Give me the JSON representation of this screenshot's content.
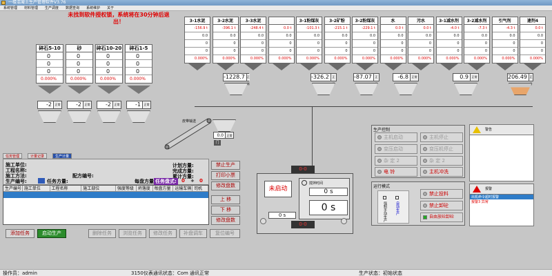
{
  "title": "一楼混凝土生产管理软件V3.76",
  "menu": [
    "系统管理",
    "材料管理",
    "生产调度",
    "数据查询",
    "系统维护",
    "关于"
  ],
  "warning": "未找到软件授权锁，系统将在30分钟后退出！",
  "aggregates": [
    {
      "name": "碎石5-10",
      "v1": "0",
      "v2": "0",
      "v3": "0",
      "pct": "0.000%",
      "scale": "-2",
      "st": "正常"
    },
    {
      "name": "砂",
      "v1": "0",
      "v2": "0",
      "v3": "0",
      "pct": "0.000%",
      "scale": "-2",
      "st": "正常"
    },
    {
      "name": "碎石10-20",
      "v1": "0",
      "v2": "0",
      "v3": "0",
      "pct": "0.000%",
      "scale": "-2",
      "st": "正常"
    },
    {
      "name": "碎石1-5",
      "v1": "0",
      "v2": "0",
      "v3": "0",
      "pct": "0.000%",
      "scale": "-1",
      "st": "正常"
    }
  ],
  "silos": [
    {
      "name": "3-1水泥",
      "v": "-156.9 t",
      "a": "0.0",
      "b": "0",
      "c": "0",
      "pct": "0.000%"
    },
    {
      "name": "3-2水泥",
      "v": "-396.1 t",
      "a": "0.0",
      "b": "0",
      "c": "0",
      "pct": "0.000%"
    },
    {
      "name": "3-3水泥",
      "v": "-248.4 t",
      "a": "0.0",
      "b": "0",
      "c": "0",
      "pct": "0.000%"
    },
    {
      "name": "",
      "v": "0.0 t",
      "a": "0.0",
      "b": "0",
      "c": "0",
      "pct": "0.000%"
    },
    {
      "name": "3-1粉煤灰",
      "v": "-101.3 t",
      "a": "0.0",
      "b": "0",
      "c": "0",
      "pct": "0.000%"
    },
    {
      "name": "3-2矿粉",
      "v": "-215.1 t",
      "a": "0.0",
      "b": "0",
      "c": "0",
      "pct": "0.000%"
    },
    {
      "name": "3-2粉煤灰",
      "v": "-229.1 t",
      "a": "0.0",
      "b": "0",
      "c": "0",
      "pct": "0.000%"
    },
    {
      "name": "水",
      "v": "0.0 t",
      "a": "0.0",
      "b": "0",
      "c": "0",
      "pct": "0.000%"
    },
    {
      "name": "污水",
      "v": "0.0 t",
      "a": "0.0",
      "b": "0",
      "c": "0",
      "pct": "0.000%"
    },
    {
      "name": "3-1减水剂",
      "v": "-4.0 t",
      "a": "0.0",
      "b": "0",
      "c": "0",
      "pct": "0.000%"
    },
    {
      "name": "3-2减水剂",
      "v": "-7.3 t",
      "a": "0.0",
      "b": "0",
      "c": "0",
      "pct": "0.000%"
    },
    {
      "name": "引气剂",
      "v": "-4.3 t",
      "a": "0.0",
      "b": "0",
      "c": "0",
      "pct": "0.000%"
    },
    {
      "name": "速剂4",
      "v": "0.0 t",
      "a": "0.0",
      "b": "0",
      "c": "0",
      "pct": "0.000%"
    }
  ],
  "powder_scales": [
    {
      "val": "-1228.7",
      "st": "正常"
    },
    {
      "val": "-326.2",
      "st": "正常"
    },
    {
      "val": "-87.07",
      "st": "正常"
    },
    {
      "val": "-6.8",
      "st": "正常"
    },
    {
      "val": "0.9",
      "st": "正常"
    },
    {
      "val": "206.49",
      "st": "正常"
    }
  ],
  "conveyor_label": "皮带输送",
  "wait_hopper": {
    "val": "0.0",
    "st": "正常",
    "door": "门"
  },
  "tabs": [
    "任务管理",
    "计量记录",
    "生产计量"
  ],
  "info": {
    "unit": "施工单位:",
    "project": "工程名称:",
    "method": "施工方法:",
    "code": "生产编号:",
    "plan": "计划方量:",
    "done": "完成方量:",
    "cum": "累计方量:",
    "mix": "配方编号:",
    "task": "任务方量:",
    "car": "任务盘式:",
    "count": "0",
    "plus": "+",
    "zero": "0"
  },
  "grid_cols": [
    "生产编号",
    "施工单位",
    "工程名称",
    "施工部位",
    "强度等级",
    "坍落度",
    "每盘方量",
    "运输车辆",
    "司机"
  ],
  "side_buttons": [
    "禁止生产",
    "打印小票",
    "修改盘数",
    "上 移",
    "下 移",
    "修改盘数"
  ],
  "bottom_buttons": [
    "添加任务",
    "启动生产",
    "删除任务",
    "浏览任务",
    "修改任务",
    "补盘调车",
    "复位编号"
  ],
  "mixer": {
    "top": "0-0",
    "status": "未启动",
    "timer_label": "搅拌时间",
    "t1": "0 s",
    "t2": "0 s",
    "t3": "0 s",
    "bottom": "0-0"
  },
  "prod_ctrl": {
    "title": "生产控制",
    "buttons": [
      "主机启动",
      "主机停止",
      "变压启动",
      "变压机停止",
      "杂 定 2",
      "杂 定 2",
      "电 铃",
      "主机冲洗"
    ]
  },
  "mode": {
    "title": "运行模式",
    "opt1": "强制手动生产",
    "opt2": "自动生产",
    "b1": "禁止投料",
    "b2": "禁止卸砼",
    "b3": "自由放砼卸砼"
  },
  "alarm1": {
    "title": "警告",
    "items": []
  },
  "alarm2": {
    "title": "报警",
    "items": [
      "出机命令超时报警",
      "报警3 异常"
    ]
  },
  "status": {
    "operator": "操作员：admin",
    "comm": "3150仪表通讯状态：Com 通讯正常",
    "prod": "生产状态：初始状态"
  }
}
